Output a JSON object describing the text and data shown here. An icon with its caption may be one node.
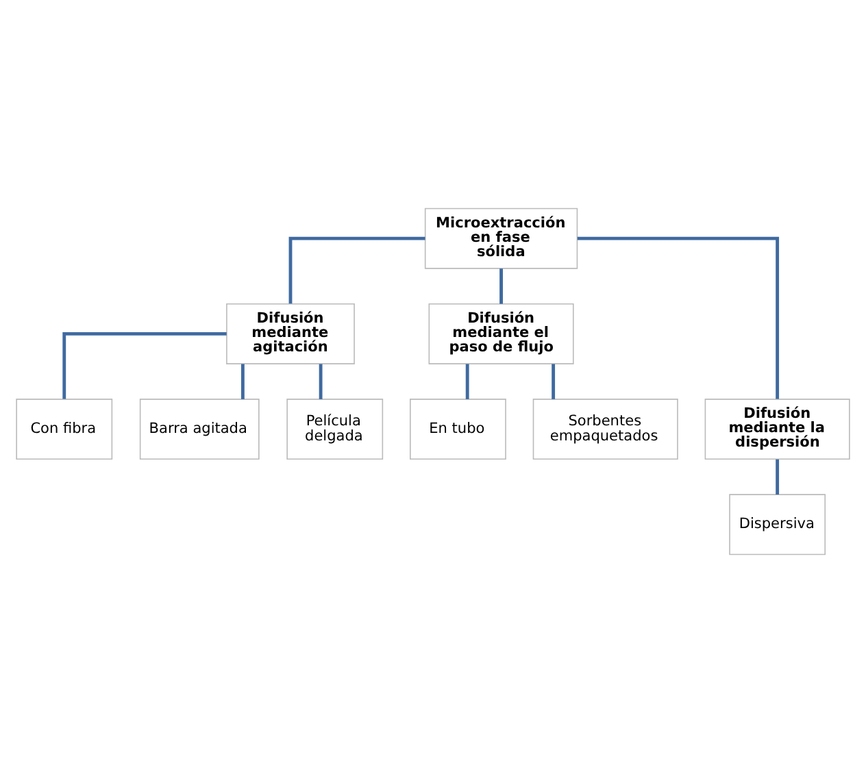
{
  "diagram": {
    "nodes": [
      {
        "text": [
          "Microextracción en fase sólida"
        ]
      },
      {
        "text": [
          "Difusión mediante agitación"
        ]
      },
      {
        "text": [
          "Difusión mediante el paso de flujo"
        ]
      },
      {
        "text": [
          "Con fibra"
        ]
      },
      {
        "text": [
          "Barra agitada"
        ]
      },
      {
        "text": [
          "Película delgada"
        ]
      },
      {
        "text": [
          "En tubo"
        ]
      },
      {
        "text": [
          "Sorbentes empaquetados"
        ]
      },
      {
        "text": [
          "Difusión mediante la dispersión"
        ]
      },
      {
        "text": [
          "Dispersiva"
        ]
      }
    ],
    "edges": [
      {
        "from": 0,
        "to": 1,
        "arrow": "none"
      },
      {
        "from": 0,
        "to": 2,
        "arrow": "none"
      },
      {
        "from": 0,
        "to": 8,
        "arrow": "none"
      },
      {
        "from": 1,
        "to": 3,
        "arrow": "none"
      },
      {
        "from": 1,
        "to": 4,
        "arrow": "none"
      },
      {
        "from": 1,
        "to": 5,
        "arrow": "none"
      },
      {
        "from": 2,
        "to": 6,
        "arrow": "none"
      },
      {
        "from": 2,
        "to": 7,
        "arrow": "none"
      },
      {
        "from": 8,
        "to": 9,
        "arrow": "none"
      }
    ]
  }
}
